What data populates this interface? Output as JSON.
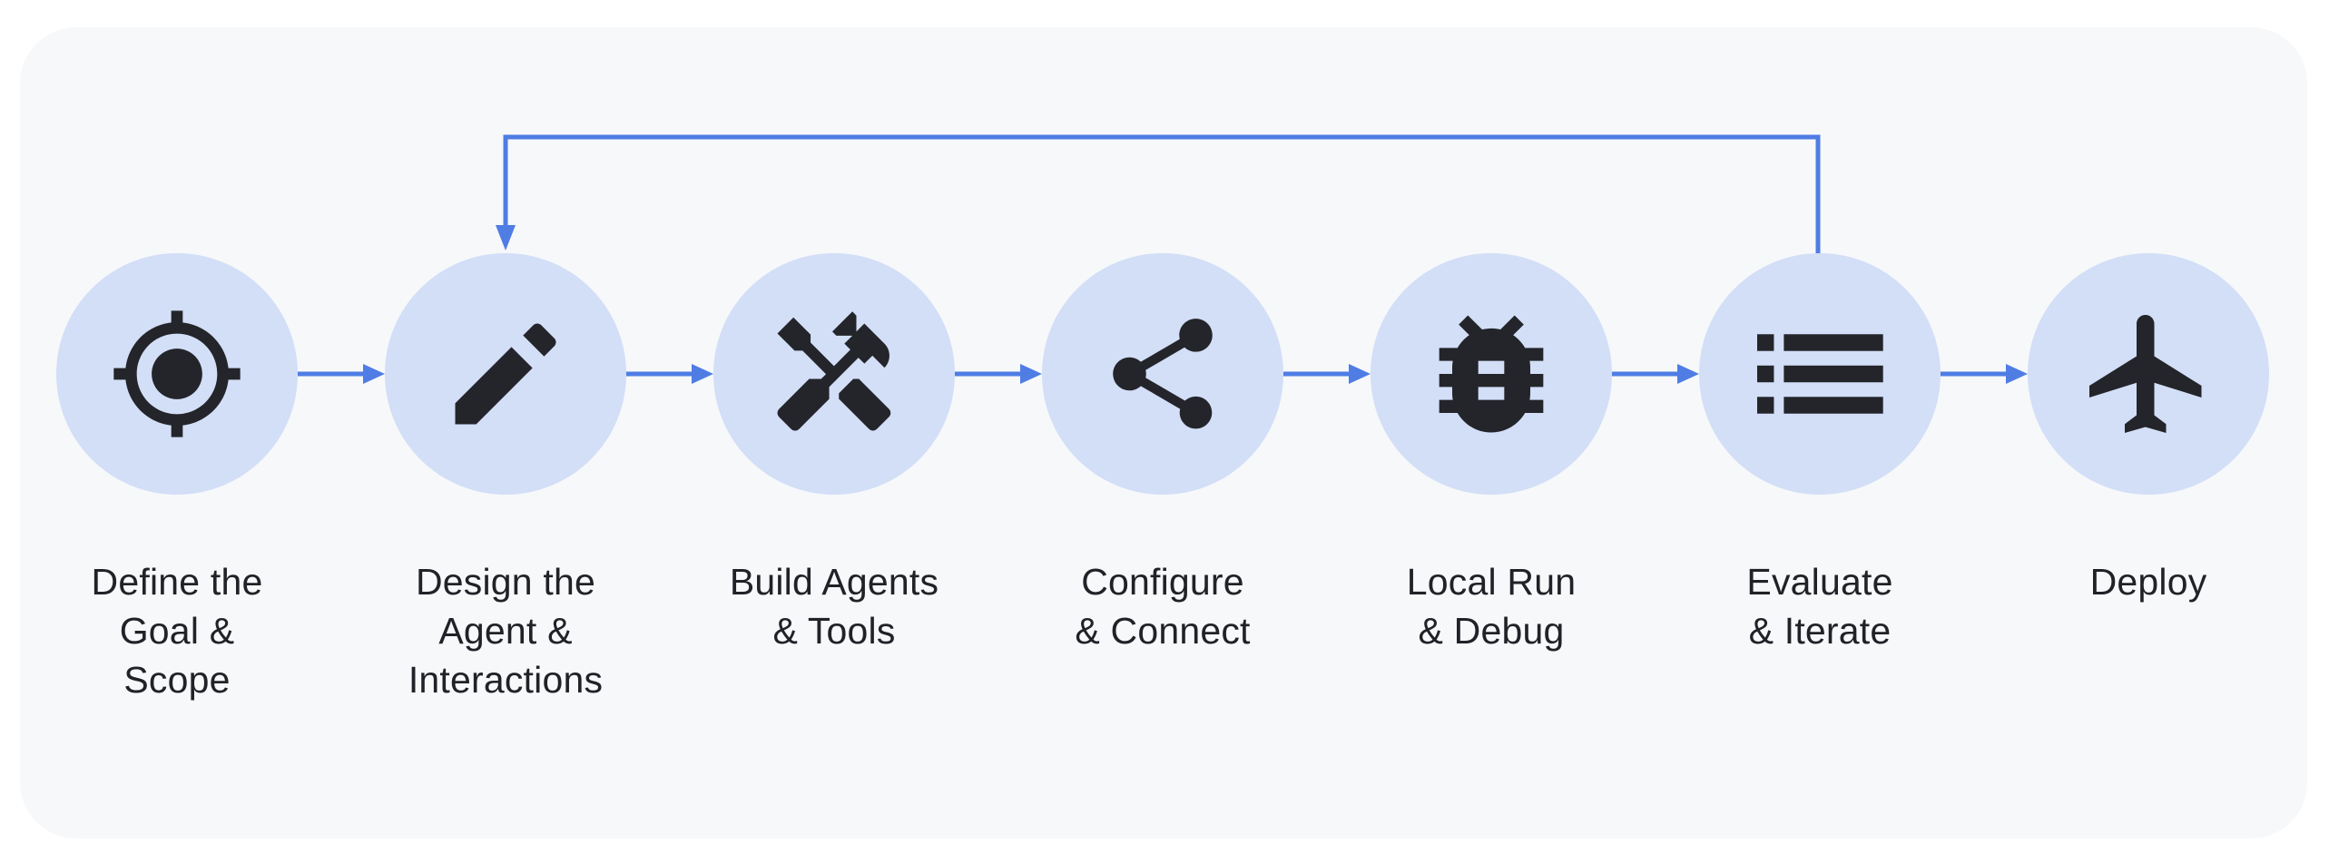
{
  "nodes": [
    {
      "id": "define-goal-scope",
      "label": "Define the\nGoal &\nScope",
      "icon": "target-icon"
    },
    {
      "id": "design-agent-interactions",
      "label": "Design the\nAgent &\nInteractions",
      "icon": "pencil-icon"
    },
    {
      "id": "build-agents-tools",
      "label": "Build Agents\n& Tools",
      "icon": "hammer-wrench-icon"
    },
    {
      "id": "configure-connect",
      "label": "Configure\n& Connect",
      "icon": "share-icon"
    },
    {
      "id": "local-run-debug",
      "label": "Local Run\n& Debug",
      "icon": "bug-icon"
    },
    {
      "id": "evaluate-iterate",
      "label": "Evaluate\n& Iterate",
      "icon": "list-icon"
    },
    {
      "id": "deploy",
      "label": "Deploy",
      "icon": "airplane-icon"
    }
  ],
  "edges": [
    {
      "from": "define-goal-scope",
      "to": "design-agent-interactions",
      "type": "forward"
    },
    {
      "from": "design-agent-interactions",
      "to": "build-agents-tools",
      "type": "forward"
    },
    {
      "from": "build-agents-tools",
      "to": "configure-connect",
      "type": "forward"
    },
    {
      "from": "configure-connect",
      "to": "local-run-debug",
      "type": "forward"
    },
    {
      "from": "local-run-debug",
      "to": "evaluate-iterate",
      "type": "forward"
    },
    {
      "from": "evaluate-iterate",
      "to": "deploy",
      "type": "forward"
    },
    {
      "from": "evaluate-iterate",
      "to": "design-agent-interactions",
      "type": "feedback-loop"
    }
  ],
  "colors": {
    "arrow": "#4f7de4",
    "node_fill": "#d3def7",
    "icon": "#23252a",
    "text": "#202227",
    "panel_bg": "#f6f8fa",
    "page_bg": "#ffffff"
  }
}
